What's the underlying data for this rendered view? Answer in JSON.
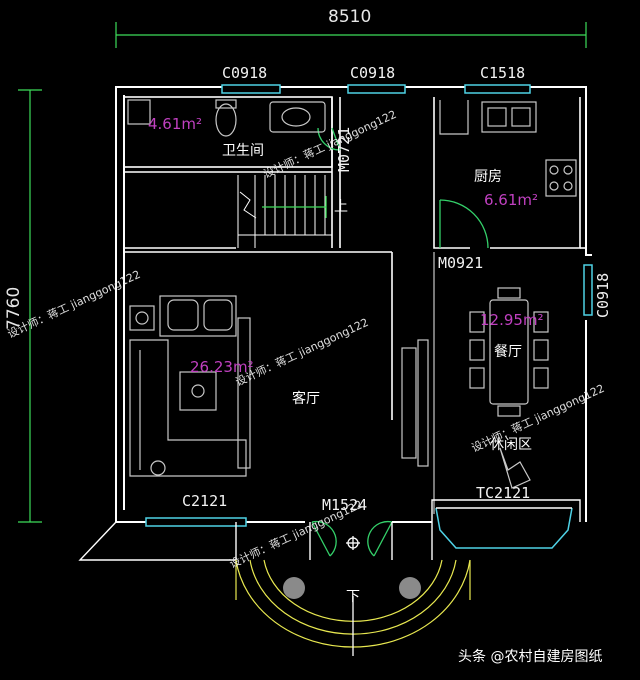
{
  "dimensions": {
    "overall_width": "8510",
    "overall_depth": "7760"
  },
  "window_codes": {
    "bath_window": "C0918",
    "stair_window": "C0918",
    "kitchen_window": "C1518",
    "dining_window": "C0918",
    "living_window": "C2121",
    "bay_window": "TC2121"
  },
  "door_codes": {
    "bath_door": "M0721",
    "kitchen_door": "M0921",
    "entry_door": "M1524"
  },
  "rooms": {
    "bathroom": {
      "name": "卫生间",
      "area": "4.61m²"
    },
    "kitchen": {
      "name": "厨房",
      "area": "6.61m²"
    },
    "living": {
      "name": "客厅",
      "area": "26.23m²"
    },
    "dining": {
      "name": "餐厅",
      "area": "12.95m²"
    },
    "leisure": {
      "name": "休闲区"
    }
  },
  "stair_direction": {
    "up": "上",
    "down": "下"
  },
  "watermark": "设计师：蒋工 jianggong122",
  "credit": "头条 @农村自建房图纸",
  "colors": {
    "wall": "#ffffff",
    "window": "#4fd2e6",
    "door": "#34d06a",
    "furniture": "#c8c8c8",
    "area_text": "#c040c0",
    "dim_line": "#3ddc5a",
    "entry_arc": "#e8e850"
  }
}
